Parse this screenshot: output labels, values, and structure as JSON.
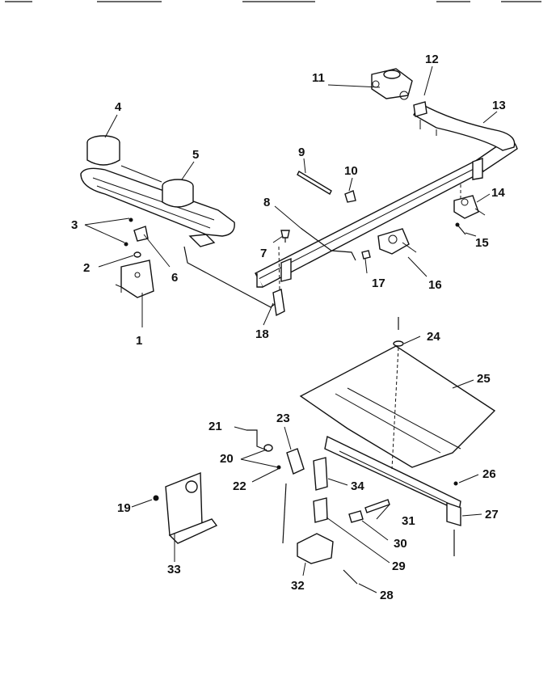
{
  "labels": {
    "p1": "1",
    "p2": "2",
    "p3": "3",
    "p4": "4",
    "p5": "5",
    "p6": "6",
    "p7": "7",
    "p8": "8",
    "p9": "9",
    "p10": "10",
    "p11": "11",
    "p12": "12",
    "p13": "13",
    "p14": "14",
    "p15": "15",
    "p16": "16",
    "p17": "17",
    "p18": "18",
    "p19": "19",
    "p20": "20",
    "p21": "21",
    "p22": "22",
    "p23": "23",
    "p24": "24",
    "p25": "25",
    "p26": "26",
    "p27": "27",
    "p28": "28",
    "p29": "29",
    "p30": "30",
    "p31": "31",
    "p32": "32",
    "p33": "33",
    "p34": "34"
  }
}
